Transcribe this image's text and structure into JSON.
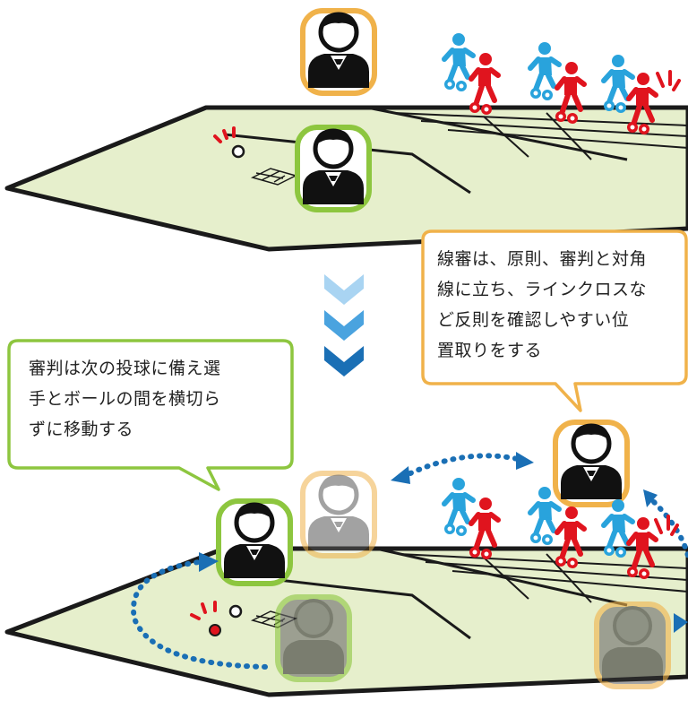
{
  "callouts": {
    "linesman": {
      "lines": [
        "線審は、原則、審判と対角",
        "線に立ち、ラインクロスな",
        "ど反則を確認しやすい位",
        "置取りをする"
      ],
      "border_color": "#f0b24a"
    },
    "umpire": {
      "lines": [
        "審判は次の投球に備え選",
        "手とボールの間を横切ら",
        "ずに移動する"
      ],
      "border_color": "#8dc63f"
    }
  },
  "colors": {
    "court_fill": "#e6efcc",
    "court_outline": "#1a1a1a",
    "umpire_ring": "#8dc63f",
    "linesman_ring": "#f0b24a",
    "arrow_blue": "#1a6fb5",
    "chevron_light": "#a9d4f2",
    "chevron_mid": "#4aa3df",
    "chevron_dark": "#1a6fb5",
    "player_blue": "#29a3dc",
    "player_red": "#e0141e",
    "ball_red": "#e0141e"
  },
  "icons": [
    "umpire-avatar-icon",
    "linesman-avatar-icon",
    "ball-icon",
    "player-blue-icon",
    "player-red-icon",
    "transition-chevrons-icon",
    "move-arrow-icon"
  ]
}
